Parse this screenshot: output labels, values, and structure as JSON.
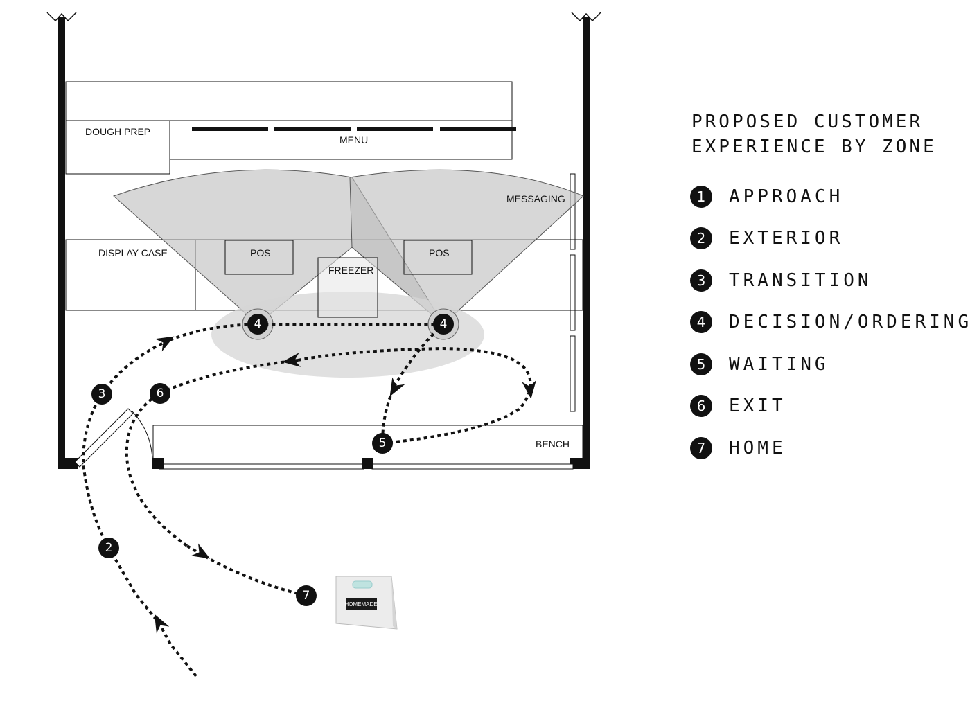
{
  "floor_plan": {
    "labels": {
      "dough_prep": "DOUGH PREP",
      "menu": "MENU",
      "messaging": "MESSAGING",
      "display_case": "DISPLAY CASE",
      "pos_left": "POS",
      "pos_right": "POS",
      "freezer": "FREEZER",
      "bench": "BENCH"
    },
    "markers": {
      "approach_exterior": "2",
      "transition": "3",
      "ordering_left": "4",
      "ordering_right": "4",
      "waiting": "5",
      "exit": "6",
      "home": "7"
    },
    "bag_brand": "HOMEMADE"
  },
  "legend": {
    "title_line1": "PROPOSED CUSTOMER",
    "title_line2": "EXPERIENCE BY ZONE",
    "items": [
      {
        "number": "1",
        "label": "APPROACH"
      },
      {
        "number": "2",
        "label": "EXTERIOR"
      },
      {
        "number": "3",
        "label": "TRANSITION"
      },
      {
        "number": "4",
        "label": "DECISION/ORDERING"
      },
      {
        "number": "5",
        "label": "WAITING"
      },
      {
        "number": "6",
        "label": "EXIT"
      },
      {
        "number": "7",
        "label": "HOME"
      }
    ]
  }
}
